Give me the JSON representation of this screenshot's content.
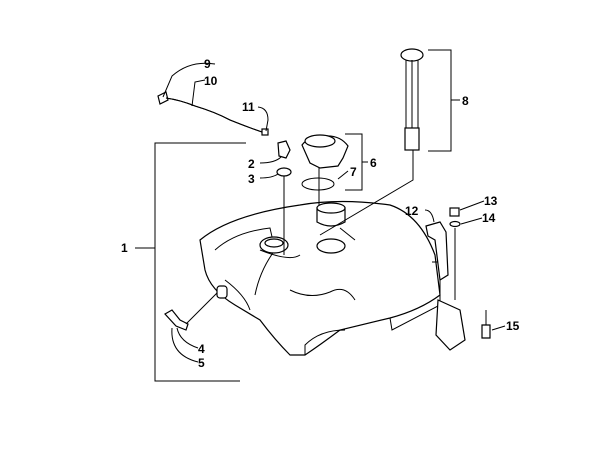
{
  "diagram": {
    "callouts": [
      {
        "id": "1",
        "text": "1"
      },
      {
        "id": "2",
        "text": "2"
      },
      {
        "id": "3",
        "text": "3"
      },
      {
        "id": "4",
        "text": "4"
      },
      {
        "id": "5",
        "text": "5"
      },
      {
        "id": "6",
        "text": "6"
      },
      {
        "id": "7",
        "text": "7"
      },
      {
        "id": "8",
        "text": "8"
      },
      {
        "id": "9",
        "text": "9"
      },
      {
        "id": "10",
        "text": "10"
      },
      {
        "id": "11",
        "text": "11"
      },
      {
        "id": "12",
        "text": "12"
      },
      {
        "id": "13",
        "text": "13"
      },
      {
        "id": "14",
        "text": "14"
      },
      {
        "id": "15",
        "text": "15"
      }
    ]
  }
}
